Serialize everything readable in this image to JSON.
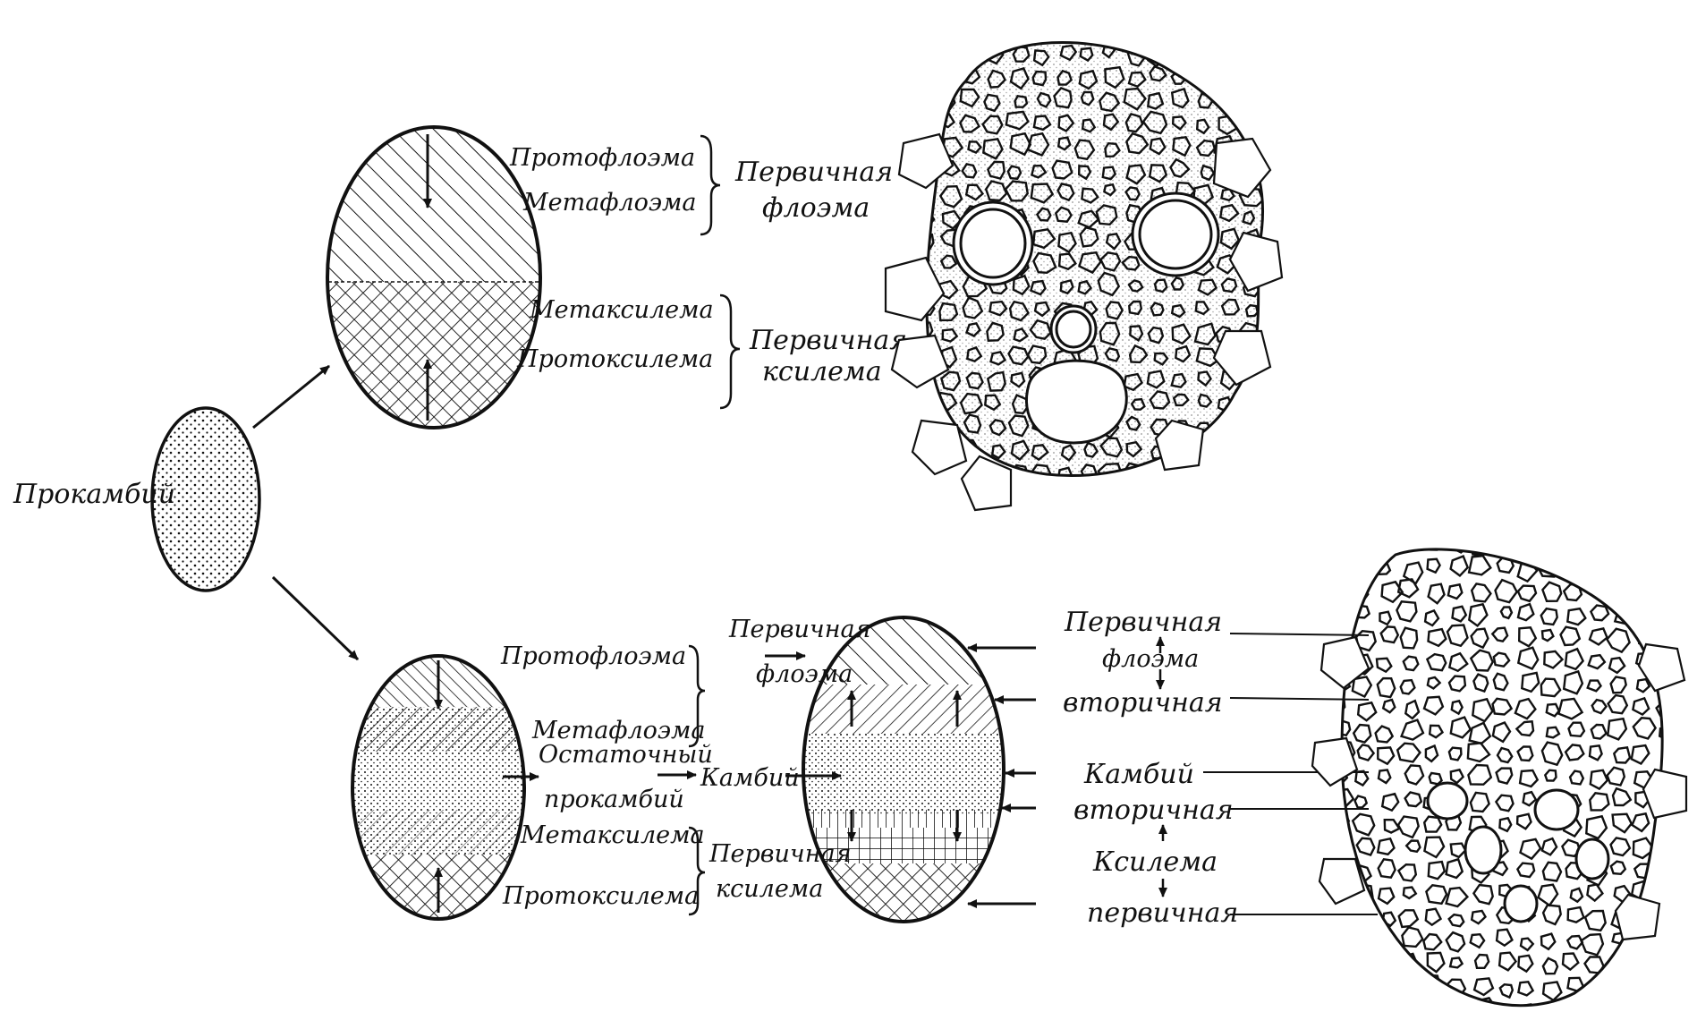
{
  "labels": {
    "procambium": "Прокамбий",
    "protophloem_top": "Протофлоэма",
    "metaphloem_top": "Метафлоэма",
    "primary_phloem_top_1": "Первичная",
    "primary_phloem_top_2": "флоэма",
    "metaxylem_top": "Метаксилема",
    "protoxylem_top": "Протоксилема",
    "primary_xylem_top_1": "Первичная",
    "primary_xylem_top_2": "ксилема",
    "protophloem_bottom": "Протофлоэма",
    "metaphloem_bottom": "Метафлоэма",
    "residual_1": "Остаточный",
    "residual_2": "прокамбий",
    "metaxylem_bottom": "Метаксилема",
    "protoxylem_bottom": "Протоксилема",
    "primary_phloem_mid_1": "Первичная",
    "primary_phloem_mid_2": "флоэма",
    "cambium_mid": "Камбий",
    "primary_xylem_mid_1": "Первичная",
    "primary_xylem_mid_2": "ксилема",
    "right_primary": "Первичная",
    "right_phloem": "флоэма",
    "right_secondary_1": "вторичная",
    "right_cambium": "Камбий",
    "right_secondary_2": "вторичная",
    "right_xylem": "Ксилема",
    "right_primary_2": "первичная"
  }
}
